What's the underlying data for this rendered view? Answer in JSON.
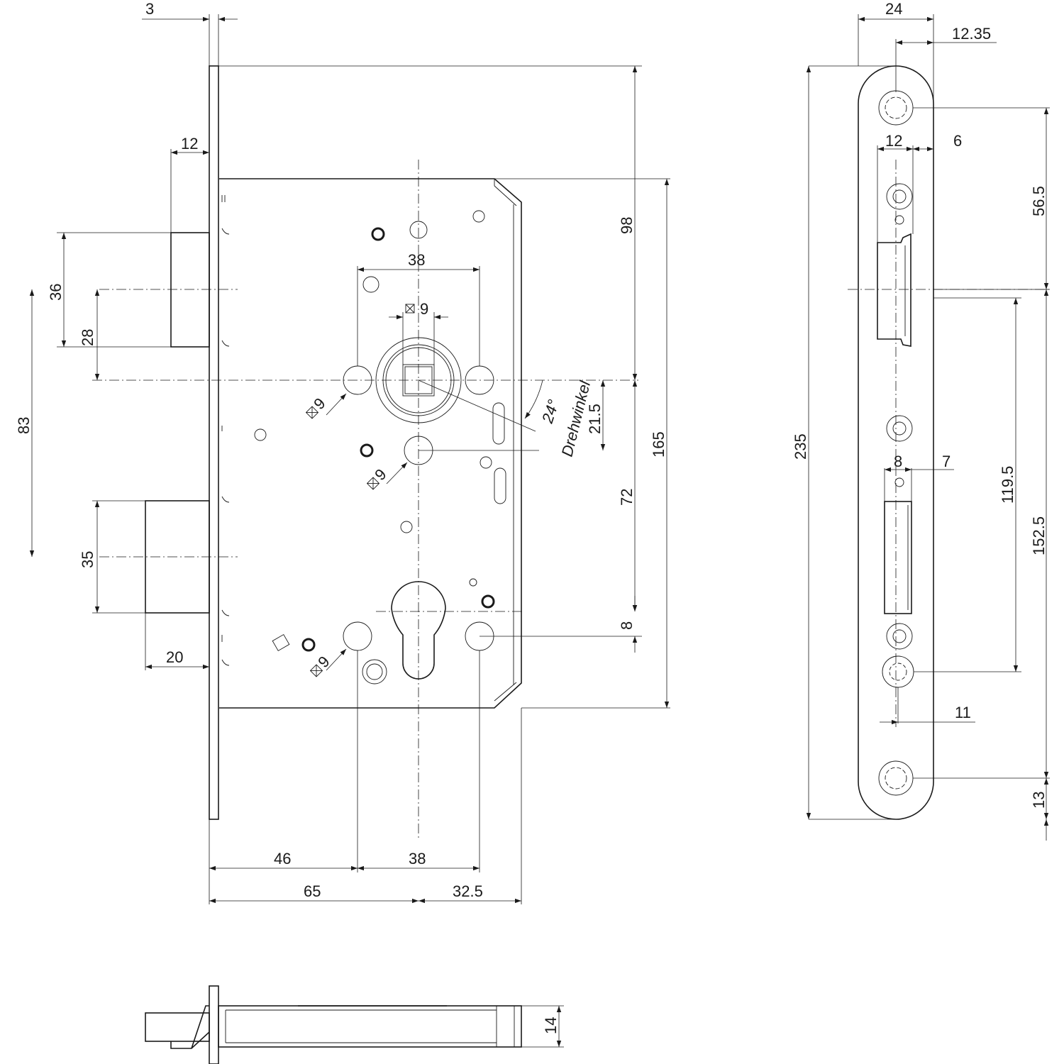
{
  "front_view": {
    "dims": {
      "d_faceplate_thickness": "3",
      "d_latch_depth": "12",
      "d_latch_height": "36",
      "d_latch_to_follower": "28",
      "d_follower_to_bolt": "83",
      "d_bolt_height": "35",
      "d_bolt_throw": "20",
      "d_follower_holes": "38",
      "d_follower_square": "9",
      "d_hole_a": "9",
      "d_hole_b": "9",
      "d_hole_c": "9",
      "d_angle": "24°",
      "d_angle_label": "Drehwinkel",
      "d_21_5": "21.5",
      "d_top_98": "98",
      "d_case_165": "165",
      "d_72": "72",
      "d_8": "8",
      "d_46": "46",
      "d_cyl_holes": "38",
      "d_backset_65": "65",
      "d_32_5": "32.5"
    }
  },
  "faceplate_view": {
    "dims": {
      "d_width_24": "24",
      "d_12_35": "12.35",
      "d_12": "12",
      "d_6": "6",
      "d_56_5": "56.5",
      "d_235": "235",
      "d_8": "8",
      "d_7": "7",
      "d_119_5": "119.5",
      "d_152_5": "152.5",
      "d_11": "11",
      "d_13": "13"
    }
  },
  "bottom_view": {
    "dims": {
      "d_14": "14"
    }
  }
}
